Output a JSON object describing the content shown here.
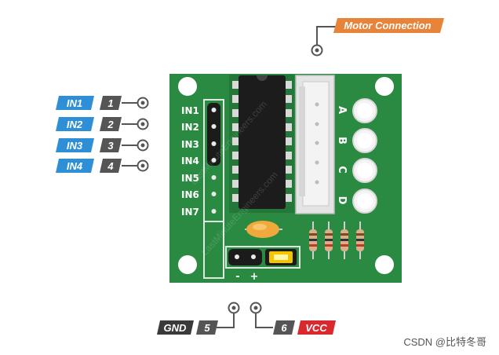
{
  "callout_top": {
    "label": "Motor Connection"
  },
  "inputs": [
    {
      "label": "IN1",
      "pin": "1"
    },
    {
      "label": "IN2",
      "pin": "2"
    },
    {
      "label": "IN3",
      "pin": "3"
    },
    {
      "label": "IN4",
      "pin": "4"
    }
  ],
  "power": [
    {
      "label": "GND",
      "pin": "5"
    },
    {
      "label": "VCC",
      "pin": "6"
    }
  ],
  "board": {
    "header_labels": [
      "IN1",
      "IN2",
      "IN3",
      "IN4",
      "IN5",
      "IN6",
      "IN7"
    ],
    "motor_labels": [
      "A",
      "B",
      "C",
      "D"
    ],
    "power_marks": {
      "minus": "-",
      "plus": "+"
    },
    "watermark": "LastMinuteEngineers.com"
  },
  "colors": {
    "board": "#2b8a42",
    "board_dark": "#1f6b32",
    "input_tag": "#2f8fd6",
    "pin_tag": "#555555",
    "gnd_tag": "#3a3a3a",
    "vcc_tag": "#d9282e",
    "motor_tag": "#e8833a"
  },
  "footer": {
    "credit": "CSDN @比特冬哥"
  }
}
